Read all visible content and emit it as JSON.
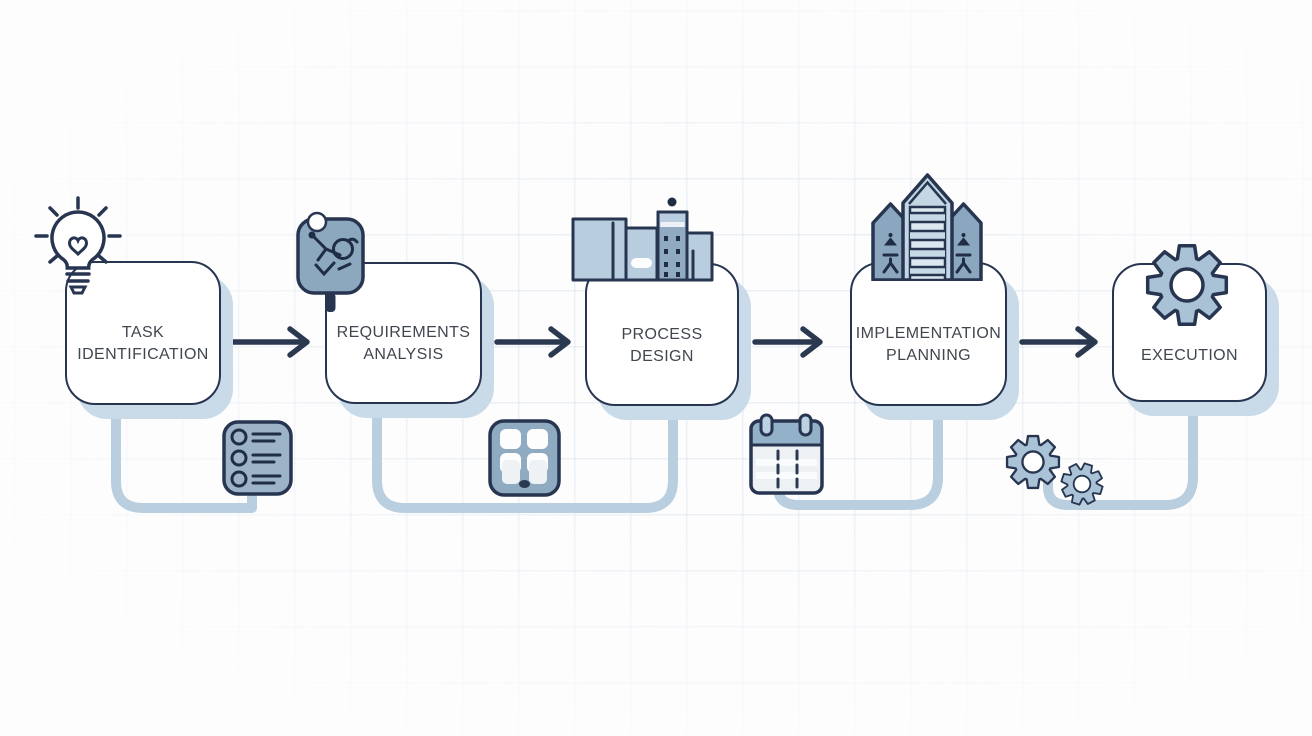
{
  "diagram": {
    "stages": [
      {
        "label_line1": "TASK",
        "label_line2": "IDENTIFICATION",
        "icon": "lightbulb-icon"
      },
      {
        "label_line1": "REQUIREMENTS",
        "label_line2": "ANALYSIS",
        "icon": "person-sketch-icon"
      },
      {
        "label_line1": "PROCESS",
        "label_line2": "DESIGN",
        "icon": "buildings-icon"
      },
      {
        "label_line1": "IMPLEMENTATION",
        "label_line2": "PLANNING",
        "icon": "skyscraper-icon"
      },
      {
        "label_line1": "EXECUTION",
        "label_line2": "",
        "icon": "gear-icon"
      }
    ],
    "attachment_icons": [
      "checklist-icon",
      "window-grid-icon",
      "calendar-icon",
      "gears-icon"
    ],
    "colors": {
      "outline": "#273550",
      "box_fill": "#ffffff",
      "box_shadow": "#c9dbe8",
      "icon_fill_medium": "#8ca8bf",
      "icon_fill_light": "#b8cddd",
      "connector": "#b9cedf",
      "arrow": "#2b3950",
      "label_text": "#41474f",
      "grid_line": "#e3ebf1",
      "background": "#fdfdfe"
    }
  }
}
